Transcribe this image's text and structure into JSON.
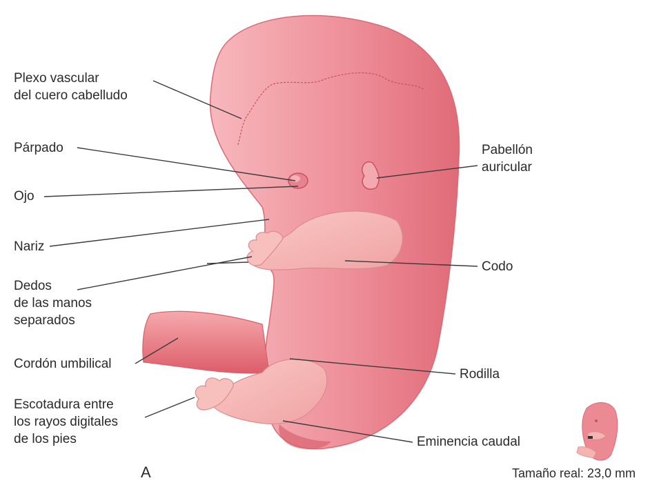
{
  "labels": {
    "plexo": "Plexo vascular\ndel cuero cabelludo",
    "parpado": "Párpado",
    "ojo": "Ojo",
    "nariz": "Nariz",
    "dedos_manos": "Dedos\nde las manos\nseparados",
    "cordon": "Cordón umbilical",
    "escotadura": "Escotadura entre\nlos rayos digitales\nde los pies",
    "pabellon": "Pabellón\nauricular",
    "codo": "Codo",
    "rodilla": "Rodilla",
    "eminencia": "Eminencia caudal"
  },
  "panel_letter": "A",
  "scale_text": "Tamaño real: 23,0 mm",
  "colors": {
    "body": "#ec8a94",
    "body_light": "#f6b3b9",
    "body_dark": "#d9636f",
    "limb": "#f4b4b2",
    "leader": "#3a3a3a"
  }
}
